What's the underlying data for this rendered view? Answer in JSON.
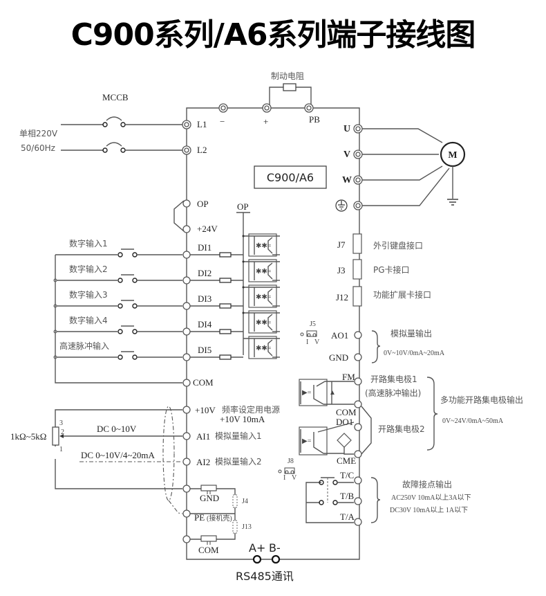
{
  "title": "C900系列/A6系列端子接线图",
  "model_box": "C900/A6",
  "power": {
    "breaker_label": "MCCB",
    "supply_line1": "单相220V",
    "supply_line2": "50/60Hz",
    "terminals": [
      "L1",
      "L2"
    ]
  },
  "dc_bus": {
    "brake_resistor_label": "制动电阻",
    "terminals": [
      "−",
      "+",
      "PB"
    ]
  },
  "motor_outputs": {
    "terminals": [
      "U",
      "V",
      "W"
    ],
    "motor_label": "M"
  },
  "op_section": {
    "op_label": "OP",
    "v24_label": "+24V",
    "op_rail_label": "OP"
  },
  "digital_inputs": [
    {
      "name": "数字输入1",
      "terminal": "DI1"
    },
    {
      "name": "数字输入2",
      "terminal": "DI2"
    },
    {
      "name": "数字输入3",
      "terminal": "DI3"
    },
    {
      "name": "数字输入4",
      "terminal": "DI4"
    },
    {
      "name": "高速脉冲输入",
      "terminal": "DI5"
    }
  ],
  "com_label": "COM",
  "interfaces": [
    {
      "id": "J7",
      "desc": "外引键盘接口"
    },
    {
      "id": "J3",
      "desc": "PG卡接口"
    },
    {
      "id": "J12",
      "desc": "功能扩展卡接口"
    }
  ],
  "analog_output": {
    "jumper": "J5",
    "jumper_i": "I",
    "jumper_v": "V",
    "terminals": [
      "AO1",
      "GND"
    ],
    "title": "模拟量输出",
    "range": "0V~10V/0mA~20mA"
  },
  "open_collector": {
    "terminals": [
      "FM",
      "COM",
      "DO1",
      "CME"
    ],
    "oc1": "开路集电极1",
    "oc1_sub": "(高速脉冲输出)",
    "oc2": "开路集电极2",
    "title": "多功能开路集电极输出",
    "range": "0V~24V/0mA~50mA"
  },
  "analog_inputs": {
    "pot_label": "1kΩ~5kΩ",
    "pot_pins": [
      "3",
      "2",
      "1"
    ],
    "ai1_signal": "DC 0~10V",
    "ai2_signal": "DC 0~10V/4~20mA",
    "v10_terminal": "+10V",
    "v10_desc": "频率设定用电源",
    "v10_spec": "+10V 10mA",
    "ai1_terminal": "AI1",
    "ai1_desc": "模拟量输入1",
    "ai2_terminal": "AI2",
    "ai2_desc": "模拟量输入2",
    "jumper": "J8",
    "jumper_i": "I",
    "jumper_v": "V"
  },
  "ground_section": {
    "gnd": "GND",
    "pe": "PE",
    "pe_note": "(接机壳)",
    "com": "COM",
    "j4": "J4",
    "j13": "J13"
  },
  "relay": {
    "terminals": [
      "T/C",
      "T/B",
      "T/A"
    ],
    "title": "故障接点输出",
    "ac_spec": "AC250V 10mA以上3A以下",
    "dc_spec": "DC30V   10mA以上  1A以下"
  },
  "rs485": {
    "a": "A+",
    "b": "B-",
    "label": "RS485通讯"
  }
}
